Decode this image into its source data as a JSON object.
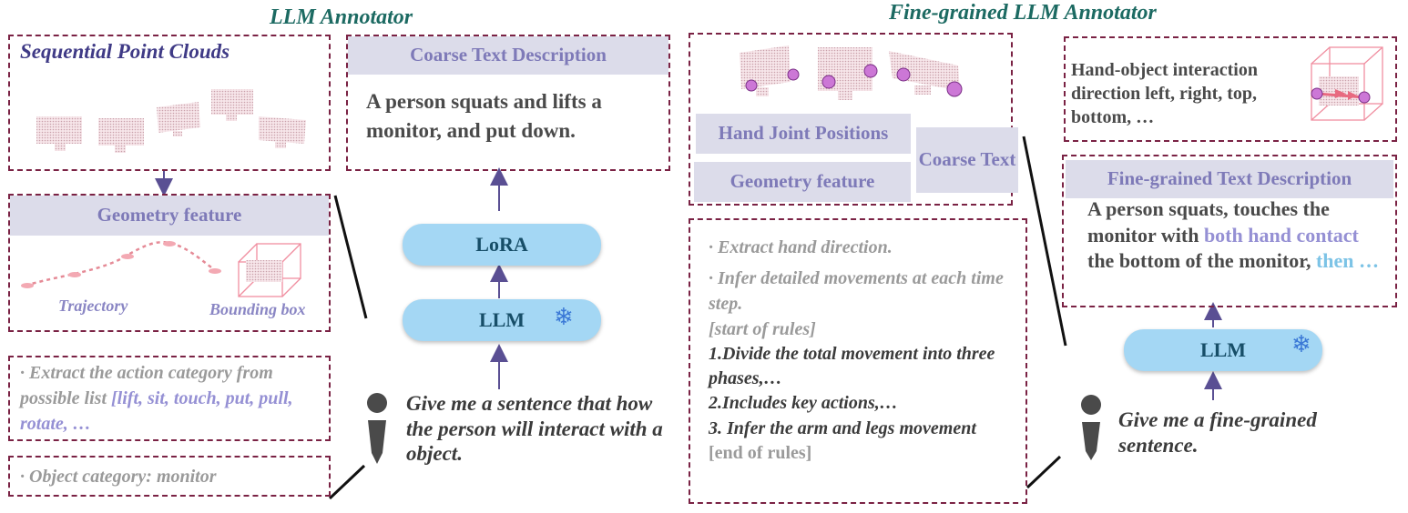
{
  "left": {
    "title": "LLM Annotator",
    "pc_title": "Sequential Point Clouds",
    "geom_title": "Geometry feature",
    "trajectory": "Trajectory",
    "bbox": "Bounding box",
    "extract_a": "· Extract the action category from possible list ",
    "extract_b": "[lift, sit, touch, put, pull, rotate, …",
    "object_cat": "· Object category: monitor",
    "coarse_title": "Coarse Text Description",
    "coarse_text": "A person squats and lifts a monitor, and put down.",
    "lora": "LoRA",
    "llm": "LLM",
    "prompt": "Give me a sentence that how the person will interact with a object."
  },
  "right": {
    "title": "Fine-grained LLM Annotator",
    "hand_joint": "Hand Joint Positions",
    "geometry": "Geometry feature",
    "coarse_text": "Coarse Text",
    "rule1": "· Extract hand direction.",
    "rule2": "· Infer detailed movements at each time step.",
    "rule_start": "[start of rules]",
    "rule3": "1.Divide the total movement into three phases,…",
    "rule4": "2.Includes key actions,…",
    "rule5": "3. Infer the arm and legs movement",
    "rule_end": "[end of rules]",
    "hoi_text": "Hand-object interaction direction left, right, top, bottom, …",
    "fine_title": "Fine-grained Text Description",
    "fine_1": "A person squats, touches the monitor with ",
    "fine_hl1": "both hand contact",
    "fine_2": " the bottom of the monitor, ",
    "fine_hl2": "then …",
    "llm": "LLM",
    "prompt": "Give me a fine-grained sentence."
  },
  "icons": {
    "freeze": "snowflake-icon",
    "user": "person-icon"
  },
  "colors": {
    "accent_title": "#1c6a62",
    "dashed_border": "#7a2244",
    "band": "#dcdcea",
    "pill": "#a4d7f4",
    "arrow": "#5a4f93"
  }
}
